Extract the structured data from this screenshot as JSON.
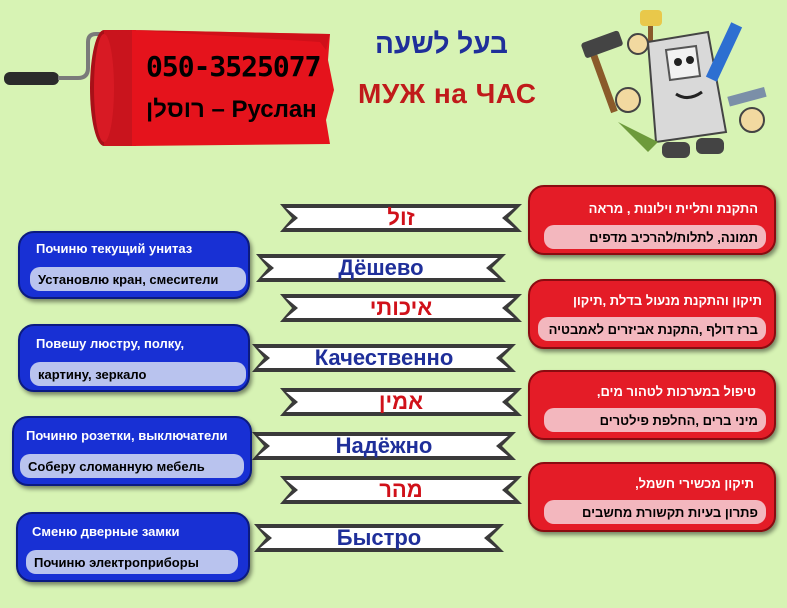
{
  "header": {
    "title_he": "בעל לשעה",
    "title_ru": "МУЖ на ЧАС",
    "phone": "050-3525077",
    "name": "רוסלן – Руслан"
  },
  "banners": [
    {
      "text": "זול",
      "lang": "he"
    },
    {
      "text": "Дёшево",
      "lang": "ru"
    },
    {
      "text": "איכותי",
      "lang": "he"
    },
    {
      "text": "Качественно",
      "lang": "ru"
    },
    {
      "text": "אמין",
      "lang": "he"
    },
    {
      "text": "Надёжно",
      "lang": "ru"
    },
    {
      "text": "מהר",
      "lang": "he"
    },
    {
      "text": "Быстро",
      "lang": "ru"
    }
  ],
  "blue_cards": [
    {
      "line1": "Починю текущий унитаз",
      "line2": "Установлю кран, смесители"
    },
    {
      "line1": "Повешу люстру, полку,",
      "line2": "картину, зеркало"
    },
    {
      "line1": "Починю розетки, выключатели",
      "line2": "Соберу сломанную мебель"
    },
    {
      "line1": "Сменю дверные замки",
      "line2": "Починю электроприборы"
    }
  ],
  "red_cards": [
    {
      "line1": "התקנת ותליית וילונות , מראה",
      "line2": "תמונה, לתלות/להרכיב מדפים"
    },
    {
      "line1": "תיקון והתקנת מנעול בדלת ,תיקון",
      "line2": "ברז דולף ,התקנת אביזרים לאמבטיה"
    },
    {
      "line1": "טיפול במערכות לטהור מים,",
      "line2": "מיני ברים ,החלפת פילטרים"
    },
    {
      "line1": "תיקון מכשירי חשמל,",
      "line2": "פתרון בעיות תקשורת מחשבים"
    }
  ],
  "icons": {
    "roller": "paint-roller-icon",
    "robot": "handyman-robot-icon"
  },
  "colors": {
    "background": "#d7f3b4",
    "blue_card": "#1830d4",
    "red_card": "#e41c27",
    "hebrew_text": "#d0111a",
    "russian_text": "#1f2f9a"
  }
}
